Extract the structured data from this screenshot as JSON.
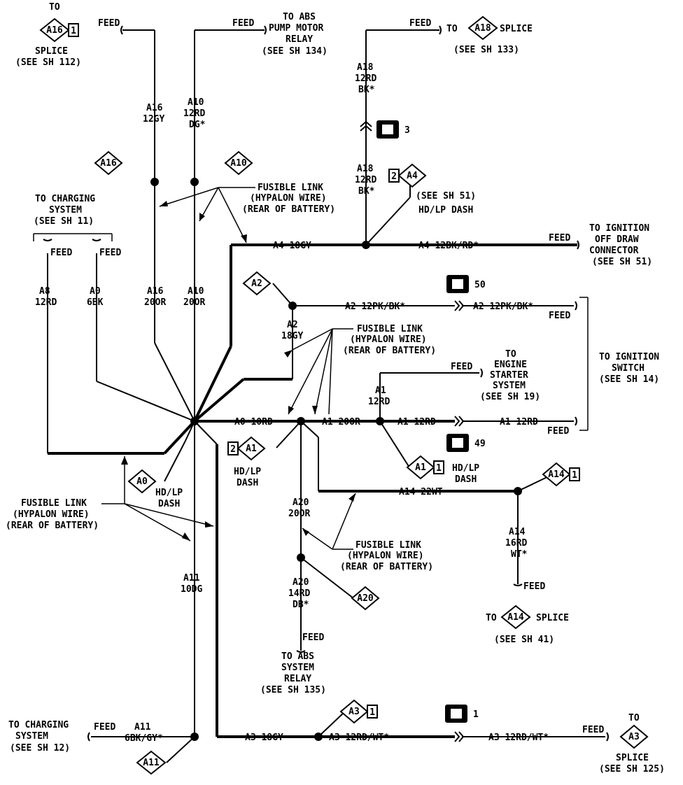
{
  "colors": {
    "ink": "#000000",
    "paper": "#ffffff"
  },
  "icons": {
    "splice": "diamond-splice-icon",
    "connector": "connector-badge-icon",
    "node": "junction-dot-icon",
    "feed": "feed-arrow-icon"
  },
  "common": {
    "to": "TO",
    "feed": "FEED",
    "splice": "SPLICE",
    "pin1": "1",
    "pin2": "2",
    "hdlp": "HD/LP",
    "dash": "DASH",
    "fusible_link": "FUSIBLE LINK",
    "hypalon": "(HYPALON WIRE)",
    "rear": "(REAR OF BATTERY)"
  },
  "splices": {
    "a16": "A16",
    "a10": "A10",
    "a18": "A18",
    "a4": "A4",
    "a2": "A2",
    "a1": "A1",
    "a0": "A0",
    "a14": "A14",
    "a20": "A20",
    "a3": "A3",
    "a11": "A11"
  },
  "refs": {
    "sh112": "(SEE SH 112)",
    "sh134": "(SEE SH 134)",
    "sh133": "(SEE SH 133)",
    "sh51": "(SEE SH 51)",
    "sh11": "(SEE SH 11)",
    "sh14": "(SEE SH 14)",
    "sh19": "(SEE SH 19)",
    "sh41": "(SEE SH 41)",
    "sh135": "(SEE SH 135)",
    "sh12": "(SEE SH 12)",
    "sh125": "(SEE SH 125)"
  },
  "destinations": {
    "abs_pump_1": "TO ABS",
    "abs_pump_2": "PUMP MOTOR",
    "abs_pump_3": "RELAY",
    "hdlp_dash": "HD/LP DASH",
    "charging_1": "TO CHARGING",
    "charging_2": "SYSTEM",
    "ignition_off_1": "TO IGNITION",
    "ignition_off_2": "OFF DRAW",
    "ignition_off_3": "CONNECTOR",
    "ign_switch_1": "TO IGNITION",
    "ign_switch_2": "SWITCH",
    "starter_1": "TO",
    "starter_2": "ENGINE",
    "starter_3": "STARTER",
    "starter_4": "SYSTEM",
    "abs_sys_1": "TO ABS",
    "abs_sys_2": "SYSTEM",
    "abs_sys_3": "RELAY",
    "charging_b_1": "TO CHARGING",
    "charging_b_2": "SYSTEM"
  },
  "wires": {
    "a16_top_id": "A16",
    "a16_top_ga": "12GY",
    "a10_top_id": "A10",
    "a10_top_ga": "12RD",
    "a10_top_c": "DG*",
    "a18_id": "A18",
    "a18_ga": "12RD",
    "a18_c": "BK*",
    "a18b_id": "A18",
    "a18b_ga": "12RD",
    "a18b_c": "BK*",
    "a4_left": "A4 18GY",
    "a4_right": "A4 12BK/RD*",
    "a2_left": "A2 12PK/BK*",
    "a2_right": "A2 12PK/BK*",
    "a2_v_id": "A2",
    "a2_v_ga": "18GY",
    "a8_id": "A8",
    "a8_ga": "12RD",
    "a0_v_id": "A0",
    "a0_v_ga": "6BK",
    "a16_low_id": "A16",
    "a16_low_ga": "20OR",
    "a10_low_id": "A10",
    "a10_low_ga": "20OR",
    "a0_h": "A0 10RD",
    "a1_h1": "A1 20OR",
    "a1_h2": "A1 12RD",
    "a1_h3": "A1 12RD",
    "a1_v_id": "A1",
    "a1_v_ga": "12RD",
    "a14_h": "A14 22WT",
    "a14_v_id": "A14",
    "a14_v_ga": "16RD",
    "a14_v_c": "WT*",
    "a20_up_id": "A20",
    "a20_up_ga": "20OR",
    "a20_low_id": "A20",
    "a20_low_ga": "14RD",
    "a20_low_c": "DB*",
    "a11_id": "A11",
    "a11_ga": "10DG",
    "a11_low_id": "A11",
    "a11_low_ga": "6BK/GY*",
    "a3_left": "A3 18GY",
    "a3_mid": "A3 12RD/WT*",
    "a3_right": "A3 12RD/WT*"
  },
  "badges": {
    "b3": "3",
    "b50": "50",
    "b49": "49",
    "b1": "1"
  }
}
